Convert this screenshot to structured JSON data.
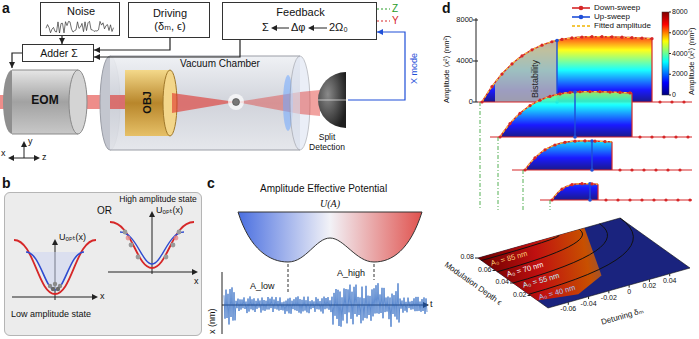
{
  "diagram": {
    "nodes": [
      {
        "text": [
          "Noise"
        ]
      },
      {
        "text": [
          "Driving (δₘ, ϵ)"
        ]
      },
      {
        "text": [
          "Feedback"
        ]
      },
      {
        "text": [
          "Adder Σ"
        ]
      },
      {
        "text": [
          "EOM"
        ]
      },
      {
        "text": [
          "Vacuum Chamber"
        ]
      },
      {
        "text": [
          "OBJ"
        ],
        "in": 5
      },
      {
        "text": [
          "Split Detection"
        ]
      },
      {
        "text": [
          "Low amplitude state",
          "High amplitude state"
        ]
      }
    ],
    "edges": [
      {
        "from": 0,
        "to": 3,
        "arrow": "to"
      },
      {
        "from": 1,
        "to": 3,
        "arrow": "to"
      },
      {
        "from": 2,
        "to": 3,
        "arrow": "to"
      },
      {
        "from": 3,
        "to": 4,
        "arrow": "to"
      },
      {
        "from": 7,
        "to": 2,
        "arrow": "to",
        "label": "X mode"
      }
    ],
    "labels": [
      "a",
      "Σ",
      "Δφ",
      "2Ω₀",
      "Z",
      "Y",
      "y",
      "x",
      "z",
      "b",
      "Uₒₚₜ(x)",
      "x",
      "OR",
      "Uₒₚₜ(x)",
      "x",
      "c",
      "Amplitude Effective Potential",
      "U(A)",
      "A_low",
      "A_high",
      "x (nm)",
      "t",
      "d",
      "Amplitude ⟨x²⟩ (nm²)",
      "8000",
      "4000",
      "0",
      "Bistability",
      "Amplitude ⟨x²⟩ (nm²)",
      "8000",
      "6000",
      "4000",
      "2000",
      "0",
      "A₀ = 85 nm",
      "A₀ = 70 nm",
      "A₀ = 55 nm",
      "A₀ = 40 nm",
      "Modulation Depth ϵ",
      "0.08",
      "0.06",
      "0.04",
      "0.02",
      "Detuning δₘ",
      "-0.06",
      "-0.04",
      "-0.02",
      "0",
      "0.02",
      "0.04"
    ],
    "legend": [
      {
        "text": "Down-sweep"
      },
      {
        "text": "Up-sweep"
      },
      {
        "text": "Fitted amplitude"
      }
    ]
  }
}
